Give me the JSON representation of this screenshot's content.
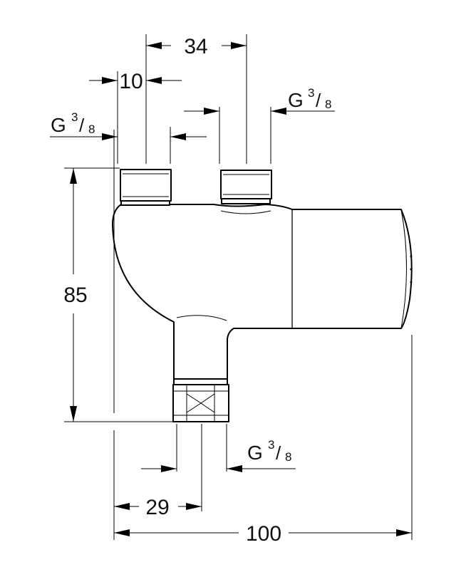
{
  "drawing": {
    "dimensions": {
      "d34": "34",
      "d10": "10",
      "d85": "85",
      "d29": "29",
      "d100": "100"
    },
    "threads": {
      "thread_left": {
        "g": "G",
        "num": "3",
        "slash": "/",
        "den": "8"
      },
      "thread_right": {
        "g": "G",
        "num": "3",
        "slash": "/",
        "den": "8"
      },
      "thread_bottom": {
        "g": "G",
        "num": "3",
        "slash": "/",
        "den": "8"
      }
    },
    "colors": {
      "line": "#000000",
      "background": "#ffffff"
    }
  }
}
